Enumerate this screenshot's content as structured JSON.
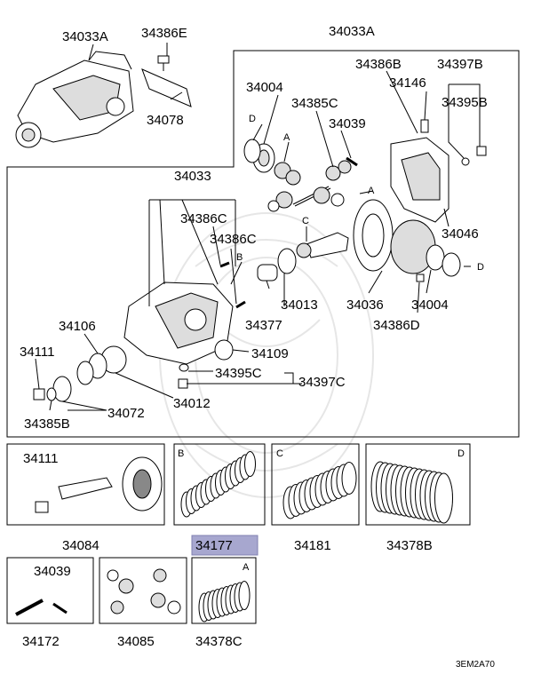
{
  "diagram_code": "3EM2A70",
  "labels": {
    "assy_a": "34033A",
    "bolt_e": "34386E",
    "bracket": "34078",
    "housing_top": "34033A",
    "bolt_b": "34386B",
    "vent": "34146",
    "nut_b": "34397B",
    "washer_b": "34395B",
    "bearing_top": "34004",
    "pinion_shaft": "34385C",
    "pin": "34039",
    "cover": "34046",
    "diff_assy": "34033",
    "bolt_c1": "34386C",
    "bolt_c2": "34386C",
    "case": "34036",
    "bearing_r": "34004",
    "bolt_d": "34386D",
    "collapsible": "34013",
    "spacer": "34377",
    "seal": "34109",
    "washer_c": "34395C",
    "nut_c": "34397C",
    "washer_12": "34012",
    "housing": "34106",
    "nut_111": "34111",
    "washer_385b": "34385B",
    "flange": "34072",
    "gear_set_nut": "34111",
    "gear_set": "34084",
    "spacer_kit_b": "34177",
    "spacer_kit_c": "34181",
    "shim_d": "34378B",
    "pin_kit_pin": "34039",
    "pin_kit": "34172",
    "gear_kit": "34085",
    "shim_a": "34378C"
  },
  "letters": {
    "d_top": "D",
    "a_top": "A",
    "a_mid": "A",
    "c_mid": "C",
    "b_mid": "B",
    "d_right": "D",
    "box_b": "B",
    "box_c": "C",
    "box_d": "D",
    "box_a": "A"
  },
  "highlight_color": "#a7a7cf"
}
